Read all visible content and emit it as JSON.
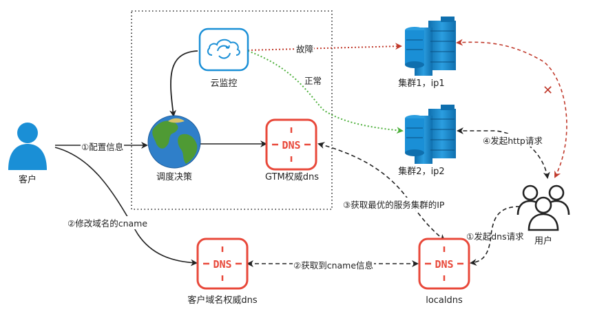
{
  "nodes": {
    "customer": "客户",
    "cloud_monitor": "云监控",
    "scheduler": "调度决策",
    "gtm_dns": "GTM权威dns",
    "cluster1": "集群1，ip1",
    "cluster2": "集群2，ip2",
    "users": "用户",
    "customer_dns": "客户域名权威dns",
    "localdns": "localdns",
    "dns_icon_text": "DNS"
  },
  "edges": {
    "config_info": "①配置信息",
    "fault": "故障",
    "normal": "正常",
    "modify_cname": "②修改域名的cname",
    "get_cname": "②获取到cname信息",
    "get_best_ip": "③获取最优的服务集群的IP",
    "dns_request": "①发起dns请求",
    "http_request": "④发起http请求",
    "fail_mark": "✕"
  },
  "colors": {
    "blue": "#1a8fd6",
    "dns_red": "#e8483a",
    "fault_red": "#c0392b",
    "normal_green": "#4caf3a",
    "line": "#222222"
  }
}
